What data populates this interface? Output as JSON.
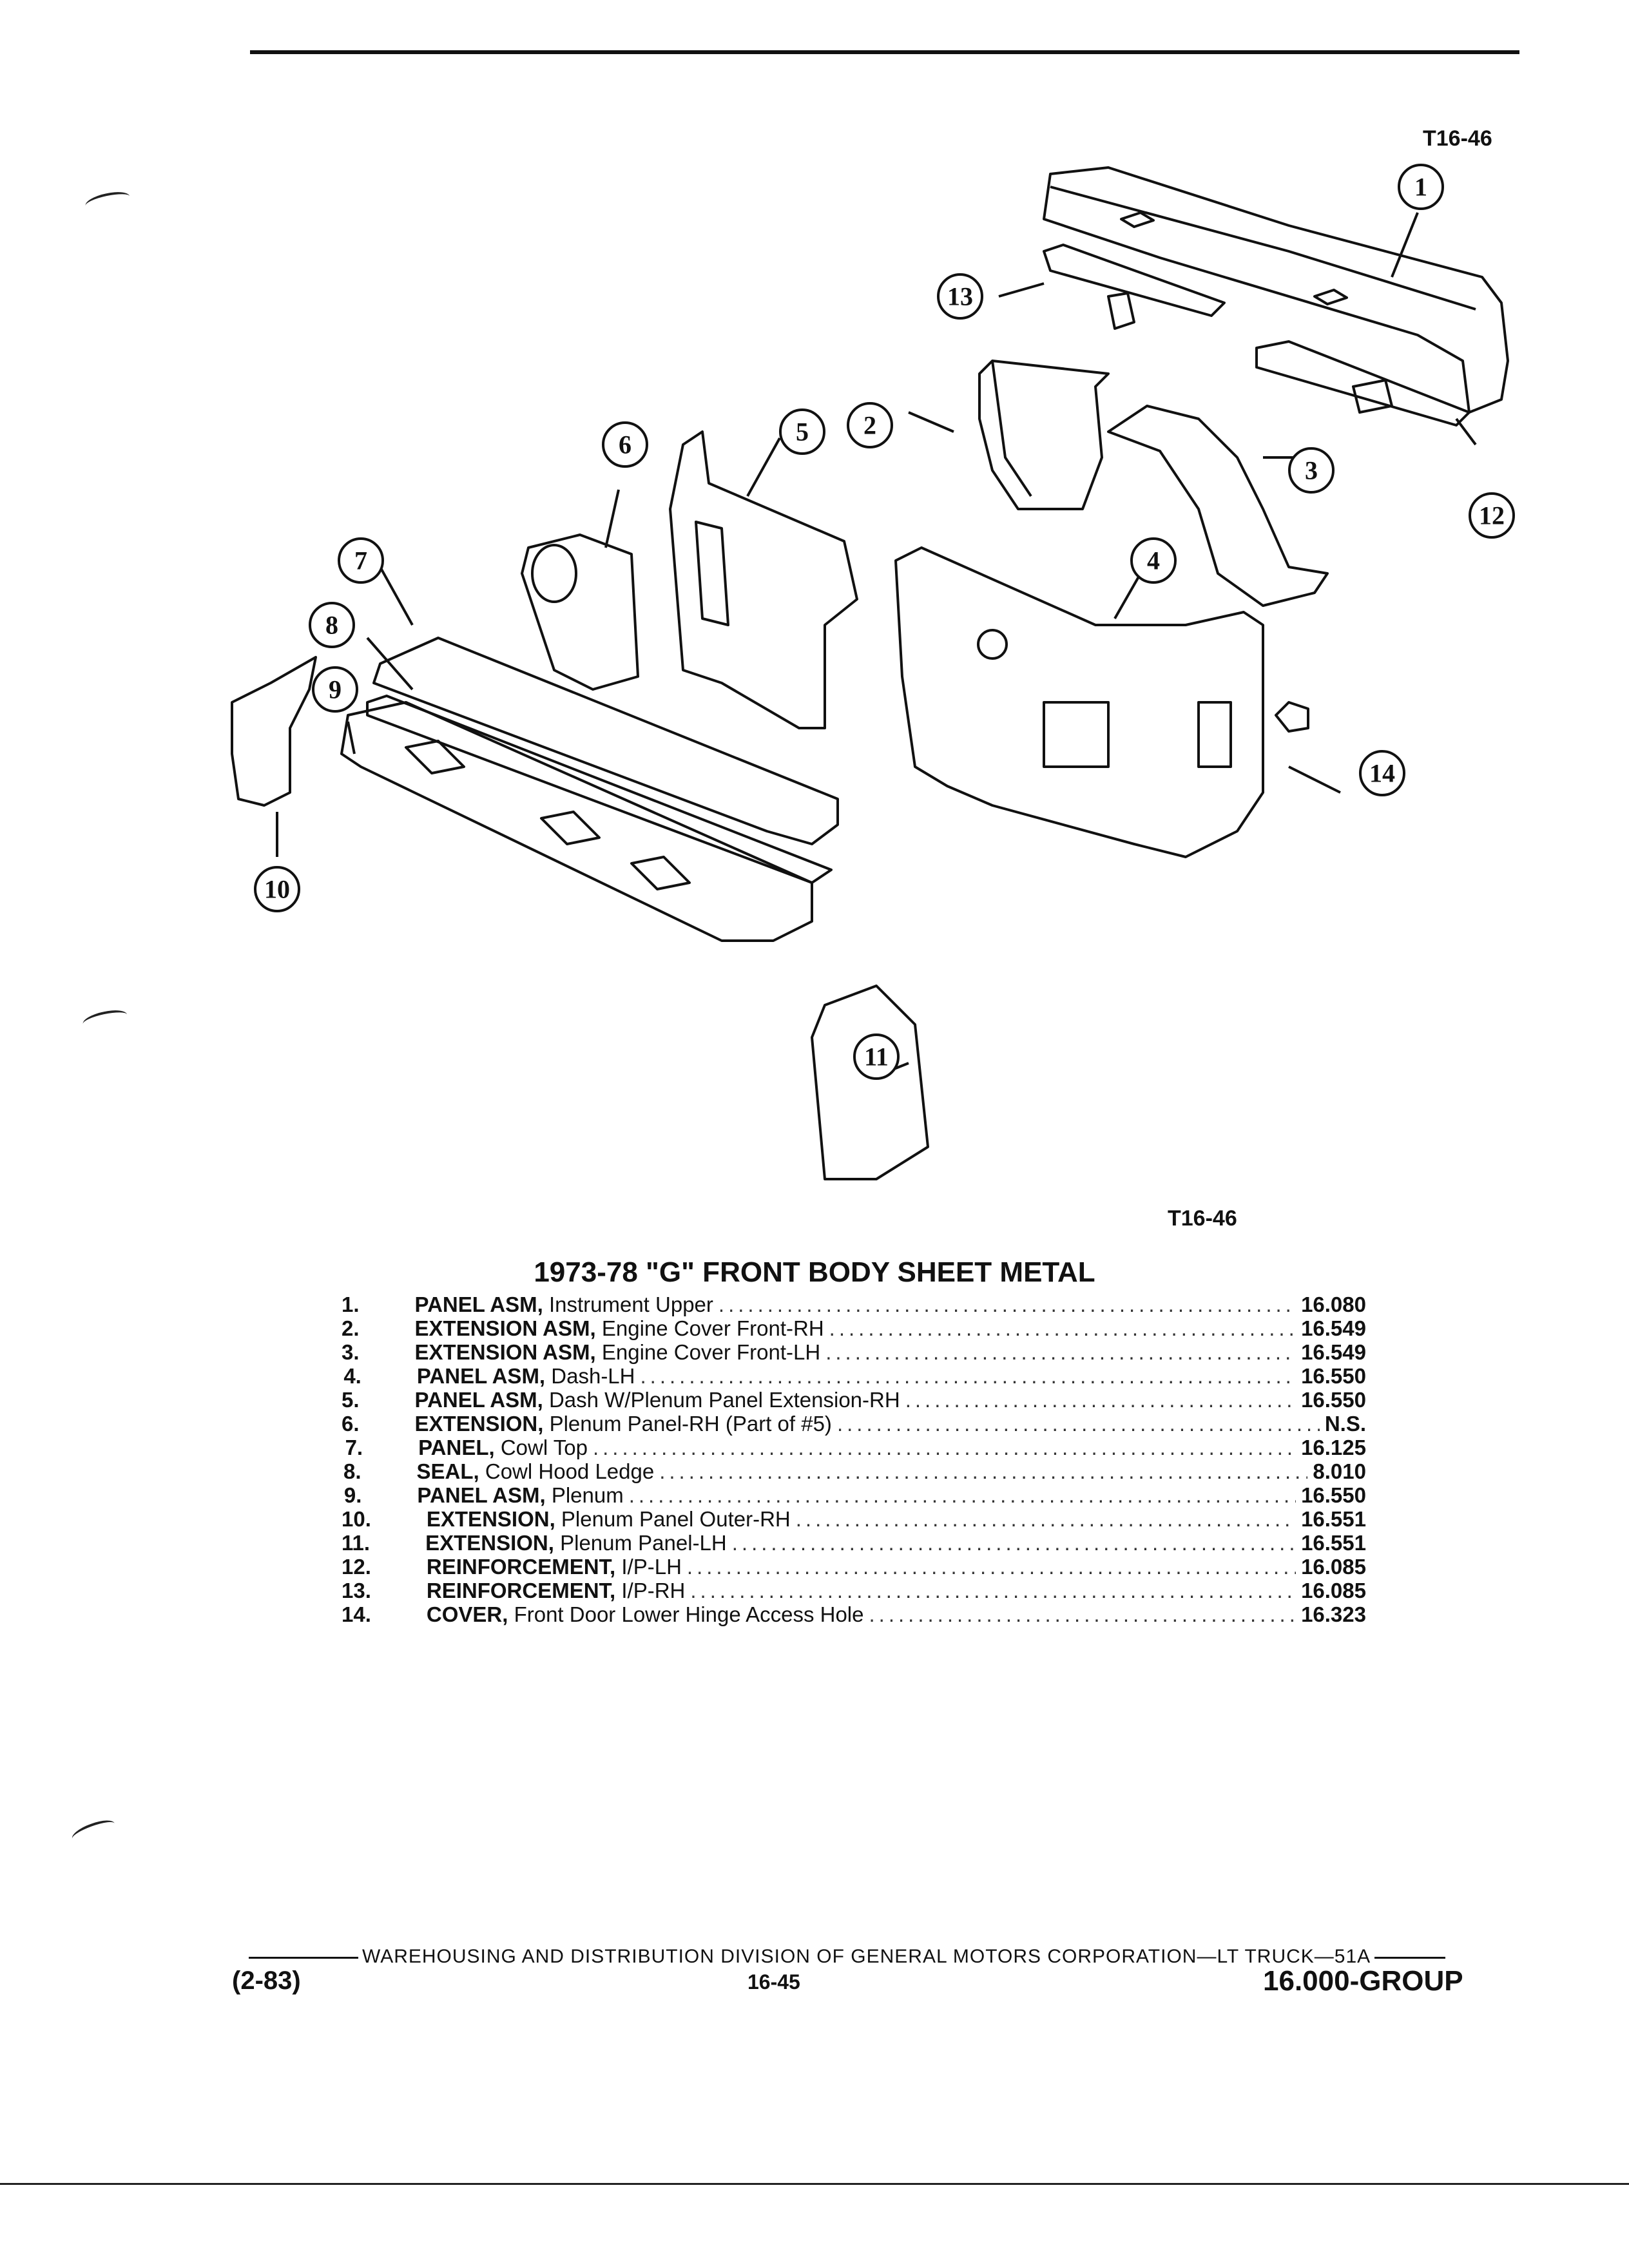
{
  "figure_code": "T16-46",
  "title": "1973-78 \"G\" FRONT BODY SHEET METAL",
  "parts": [
    {
      "num": "1.",
      "name": "PANEL ASM,",
      "desc": "Instrument Upper",
      "group": "16.080"
    },
    {
      "num": "2.",
      "name": "EXTENSION ASM,",
      "desc": "Engine Cover Front-RH",
      "group": "16.549"
    },
    {
      "num": "3.",
      "name": "EXTENSION ASM,",
      "desc": "Engine Cover Front-LH",
      "group": "16.549"
    },
    {
      "num": "4.",
      "name": "PANEL ASM,",
      "desc": "Dash-LH",
      "group": "16.550"
    },
    {
      "num": "5.",
      "name": "PANEL ASM,",
      "desc": "Dash W/Plenum Panel Extension-RH",
      "group": "16.550"
    },
    {
      "num": "6.",
      "name": "EXTENSION,",
      "desc": "Plenum Panel-RH (Part of #5)",
      "group": "N.S."
    },
    {
      "num": "7.",
      "name": "PANEL,",
      "desc": "Cowl Top",
      "group": "16.125"
    },
    {
      "num": "8.",
      "name": "SEAL,",
      "desc": "Cowl Hood Ledge",
      "group": "8.010"
    },
    {
      "num": "9.",
      "name": "PANEL ASM,",
      "desc": "Plenum",
      "group": "16.550"
    },
    {
      "num": "10.",
      "name": "EXTENSION,",
      "desc": "Plenum Panel Outer-RH",
      "group": "16.551"
    },
    {
      "num": "11.",
      "name": "EXTENSION,",
      "desc": "Plenum Panel-LH",
      "group": "16.551"
    },
    {
      "num": "12.",
      "name": "REINFORCEMENT,",
      "desc": "I/P-LH",
      "group": "16.085"
    },
    {
      "num": "13.",
      "name": "REINFORCEMENT,",
      "desc": "I/P-RH",
      "group": "16.085"
    },
    {
      "num": "14.",
      "name": "COVER,",
      "desc": "Front Door Lower Hinge Access Hole",
      "group": "16.323"
    }
  ],
  "callouts": [
    "1",
    "2",
    "3",
    "4",
    "5",
    "6",
    "7",
    "8",
    "9",
    "10",
    "11",
    "12",
    "13",
    "14"
  ],
  "footer": {
    "division": "WAREHOUSING AND DISTRIBUTION  DIVISION OF GENERAL MOTORS CORPORATION—LT TRUCK—51A",
    "date": "(2-83)",
    "page": "16-45",
    "group": "16.000-GROUP"
  }
}
